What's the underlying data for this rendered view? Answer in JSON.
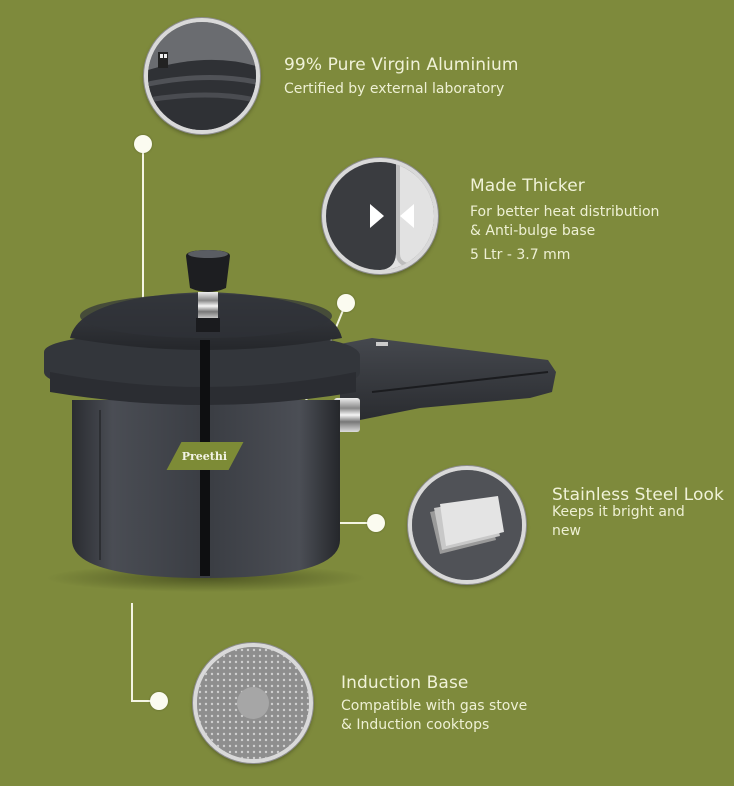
{
  "colors": {
    "background": "#7e8a3c",
    "text": "#f0f2d8",
    "pot_body": "#3c3f45",
    "connector": "#fbfbf0",
    "logo_badge": "#7d8b36"
  },
  "product": {
    "brand_logo": "Preethi"
  },
  "features": [
    {
      "title": "99% Pure Virgin Aluminium",
      "lines": [
        "Certified by external laboratory"
      ],
      "icon": "aluminium-cross-section-icon"
    },
    {
      "title": "Made Thicker",
      "lines": [
        "For better heat distribution",
        "& Anti-bulge base",
        "5 Ltr - 3.7 mm"
      ],
      "icon": "thickness-arrows-icon"
    },
    {
      "title": "Stainless Steel Look",
      "lines": [
        "Keeps it bright and",
        "new"
      ],
      "icon": "steel-sheets-icon"
    },
    {
      "title": "Induction Base",
      "lines": [
        "Compatible with gas stove",
        "& Induction cooktops"
      ],
      "icon": "induction-base-icon"
    }
  ]
}
